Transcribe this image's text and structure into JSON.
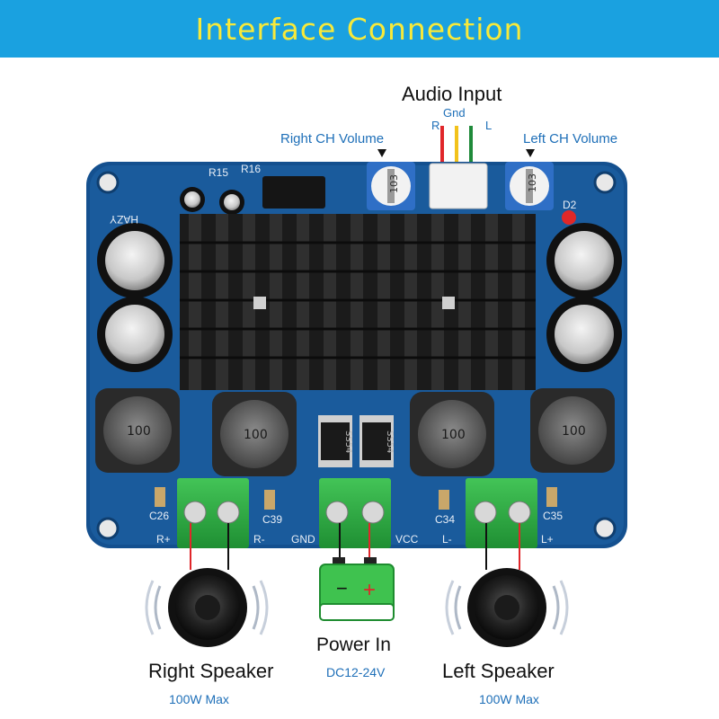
{
  "banner": {
    "title": "Interface  Connection"
  },
  "audio_input": {
    "title": "Audio Input",
    "r": "R",
    "gnd": "Gnd",
    "l": "L"
  },
  "volume": {
    "right": "Right CH Volume",
    "left": "Left CH Volume"
  },
  "board": {
    "brand": "HAZY",
    "pot_right": "103",
    "pot_left": "103",
    "inductors": [
      "100",
      "100",
      "100",
      "100"
    ],
    "diodes": [
      "SS54",
      "SS54"
    ],
    "terminals": {
      "rp": "R+",
      "rm": "R-",
      "gnd": "GND",
      "vcc": "VCC",
      "lm": "L-",
      "lp": "L+"
    },
    "caps": {
      "c26": "C26",
      "c39": "C39",
      "c34": "C34",
      "c35": "C35",
      "d2": "D2",
      "r15": "R15",
      "r16": "R16"
    }
  },
  "battery": {
    "minus": "−",
    "plus": "+"
  },
  "speakers": {
    "right": {
      "title": "Right Speaker",
      "spec": "100W Max"
    },
    "left": {
      "title": "Left Speaker",
      "spec": "100W Max"
    }
  },
  "power": {
    "title": "Power In",
    "spec": "DC12-24V"
  },
  "colors": {
    "banner": "#1aa1e0",
    "banner_text": "#f7e93a",
    "board": "#14508f",
    "wire_red": "#e0262a",
    "wire_yellow": "#f2c21b",
    "wire_green": "#1f8a3a",
    "accent_blue": "#1e6fb8"
  }
}
